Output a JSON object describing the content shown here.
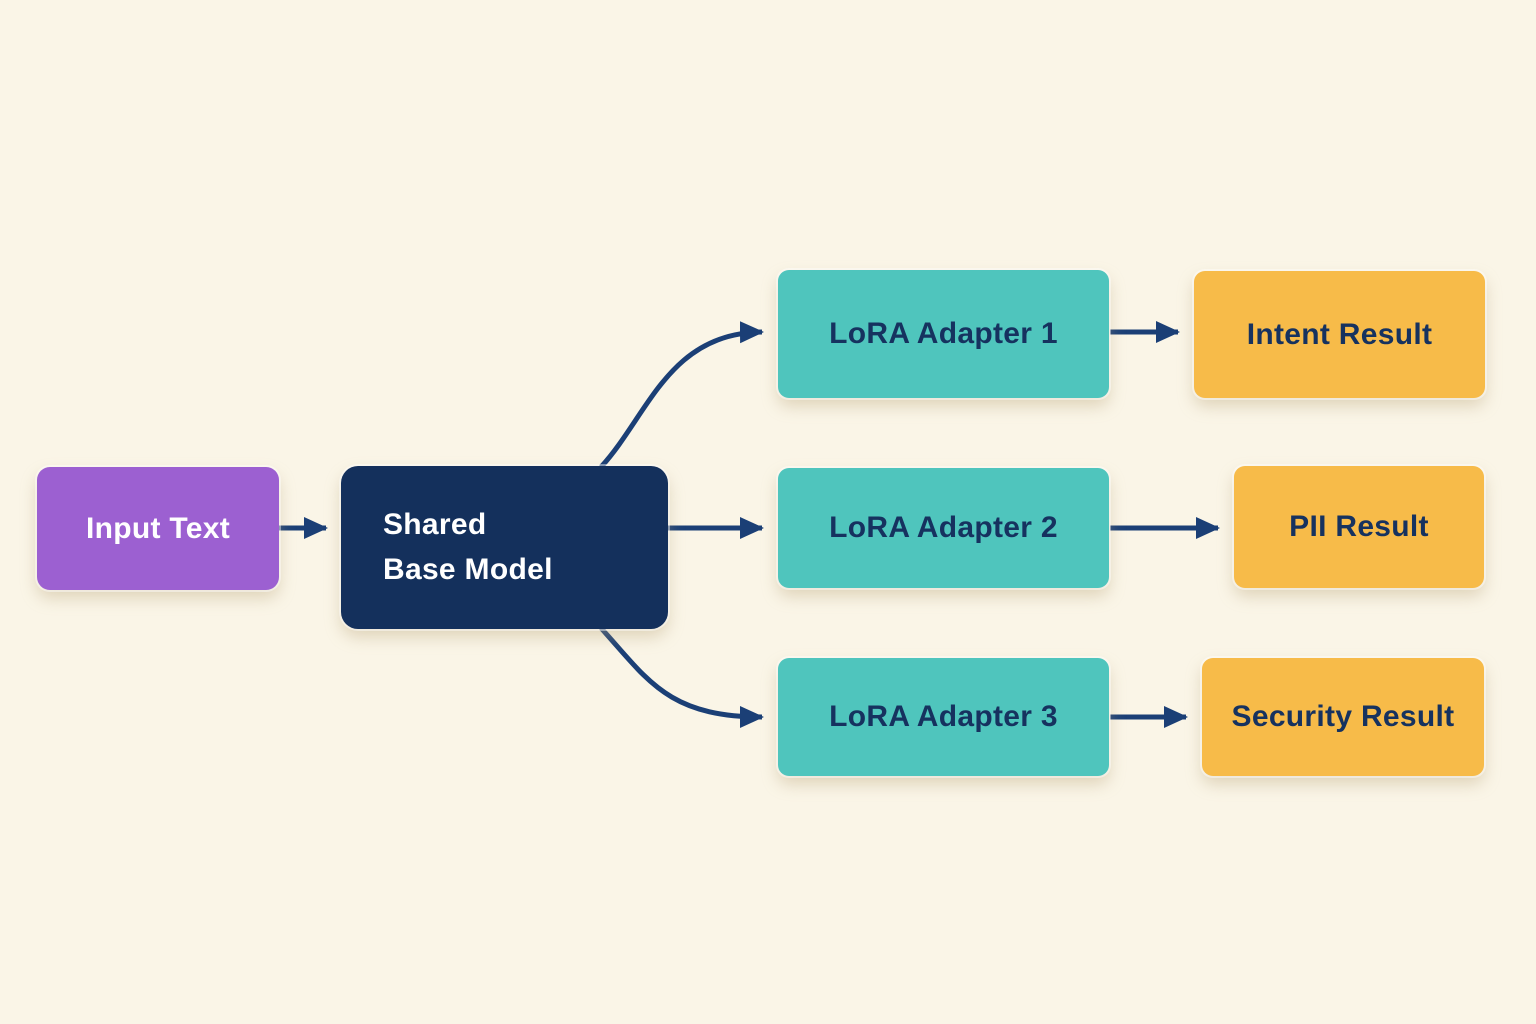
{
  "diagram": {
    "nodes": {
      "input_text": {
        "label": "Input Text",
        "fill": "#9c60d1",
        "text_color": "#ffffff"
      },
      "shared_base_model": {
        "label": "Shared Base Model",
        "fill": "#14305c",
        "text_color": "#ffffff"
      },
      "lora_adapter_1": {
        "label": "LoRA Adapter 1",
        "fill": "#4fc5bd",
        "text_color": "#16325f"
      },
      "lora_adapter_2": {
        "label": "LoRA Adapter 2",
        "fill": "#4fc5bd",
        "text_color": "#16325f"
      },
      "lora_adapter_3": {
        "label": "LoRA Adapter 3",
        "fill": "#4fc5bd",
        "text_color": "#16325f"
      },
      "intent_result": {
        "label": "Intent Result",
        "fill": "#f7bb49",
        "text_color": "#16325f"
      },
      "pii_result": {
        "label": "PII Result",
        "fill": "#f7bb49",
        "text_color": "#16325f"
      },
      "security_result": {
        "label": "Security Result",
        "fill": "#f7bb49",
        "text_color": "#16325f"
      }
    },
    "edges": [
      {
        "from": "input_text",
        "to": "shared_base_model"
      },
      {
        "from": "shared_base_model",
        "to": "lora_adapter_1"
      },
      {
        "from": "shared_base_model",
        "to": "lora_adapter_2"
      },
      {
        "from": "shared_base_model",
        "to": "lora_adapter_3"
      },
      {
        "from": "lora_adapter_1",
        "to": "intent_result"
      },
      {
        "from": "lora_adapter_2",
        "to": "pii_result"
      },
      {
        "from": "lora_adapter_3",
        "to": "security_result"
      }
    ],
    "colors": {
      "background": "#faf5e7",
      "arrow": "#1b3f76"
    }
  }
}
